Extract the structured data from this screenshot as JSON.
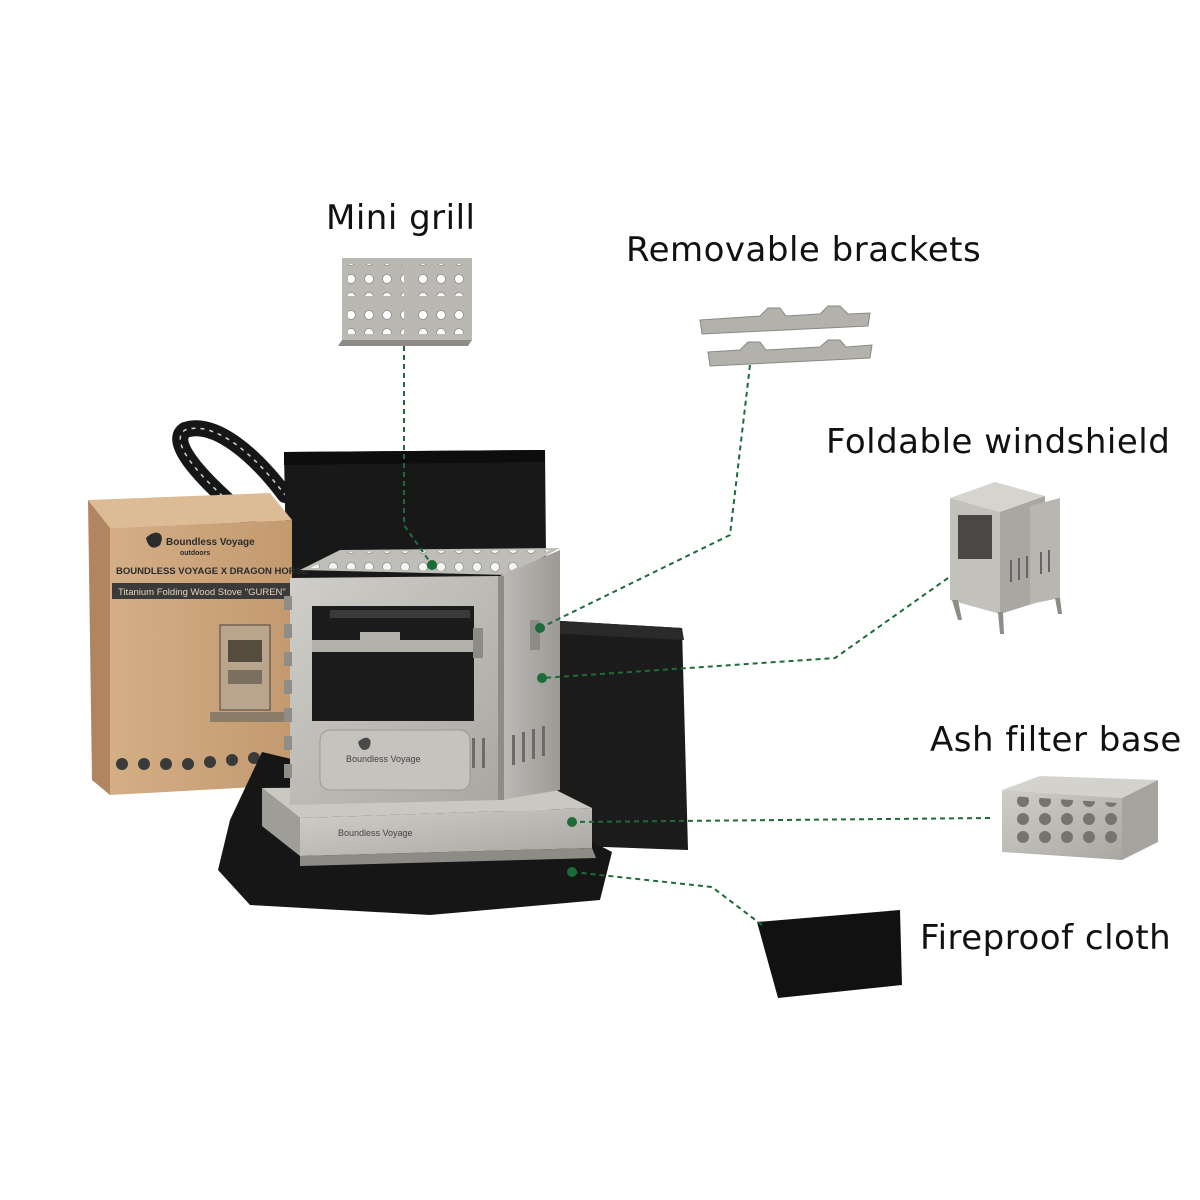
{
  "labels": {
    "mini_grill": "Mini grill",
    "removable_brackets": "Removable brackets",
    "foldable_windshield": "Foldable windshield",
    "ash_filter_base": "Ash filter base",
    "fireproof_cloth": "Fireproof cloth"
  },
  "package": {
    "brand": "Boundless Voyage",
    "brand_sub": "outdoors",
    "collab": "BOUNDLESS VOYAGE X DRAGON HORSE",
    "product": "Titanium Folding Wood Stove \"GUREN\""
  },
  "stove_engraving": "Boundless Voyage",
  "base_engraving": "Boundless Voyage",
  "colors": {
    "leader_line": "#1e6b3a",
    "titanium": "#b8b6b2",
    "cardboard": "#c9a27a",
    "black_bag": "#151515"
  }
}
